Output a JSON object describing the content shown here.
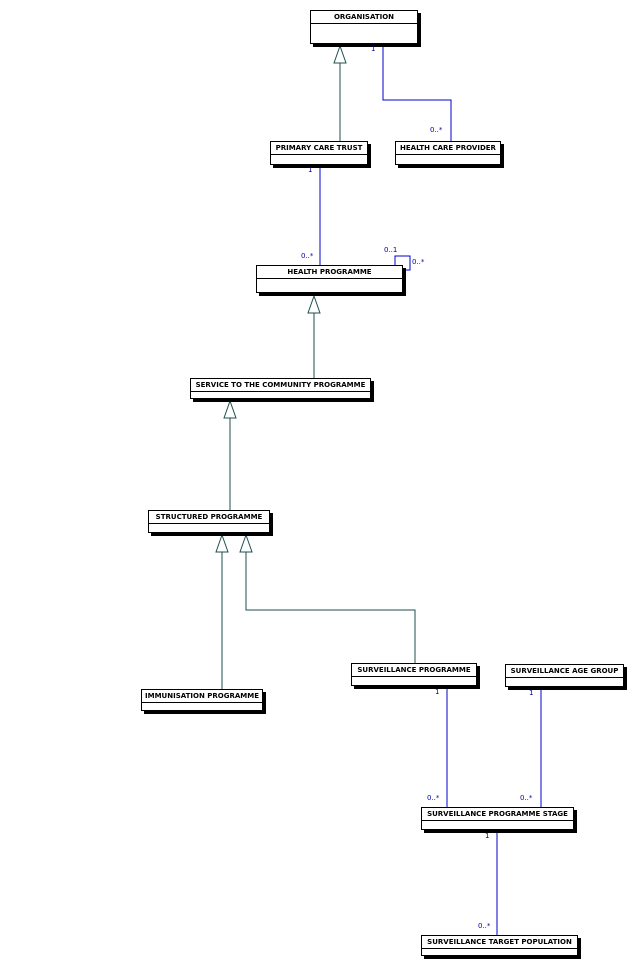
{
  "classes": {
    "organisation": "ORGANISATION",
    "primary_care_trust": "PRIMARY CARE TRUST",
    "health_care_provider": "HEALTH CARE PROVIDER",
    "health_programme": "HEALTH PROGRAMME",
    "service_to_community": "SERVICE TO THE COMMUNITY PROGRAMME",
    "structured_programme": "STRUCTURED PROGRAMME",
    "immunisation_programme": "IMMUNISATION PROGRAMME",
    "surveillance_programme": "SURVEILLANCE PROGRAMME",
    "surveillance_age_group": "SURVEILLANCE AGE GROUP",
    "surveillance_programme_stage": "SURVEILLANCE PROGRAMME STAGE",
    "surveillance_target_population": "SURVEILLANCE TARGET POPULATION"
  },
  "multiplicities": {
    "org_one": "1",
    "hcp_many": "0..*",
    "pct_one": "1",
    "hp_many": "0..*",
    "hp_self_one": "0..1",
    "hp_self_many": "0..*",
    "sp_one": "1",
    "sag_one": "1",
    "sps_many_left": "0..*",
    "sps_many_right": "0..*",
    "sps_one": "1",
    "stp_many": "0..*"
  },
  "colors": {
    "generalization": "#1f4f4f",
    "association": "#0000cc",
    "box_border": "#000000",
    "multiplicity_text": "#0000aa"
  }
}
